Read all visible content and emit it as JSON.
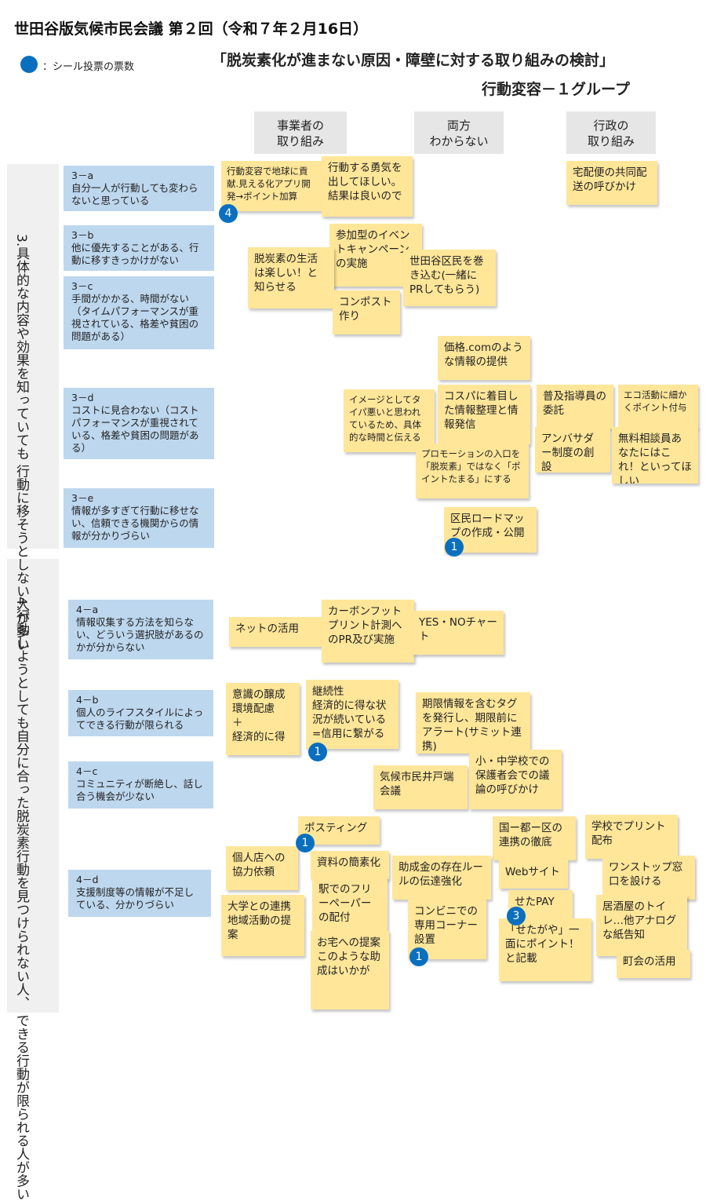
{
  "header": {
    "title": "世田谷版気候市民会議 第２回（令和７年２月16日）",
    "subtitle": "「脱炭素化が進まない原因・障壁に対する取り組みの検討」",
    "group": "行動変容－１グループ",
    "legend_text": "：シール投票の票数"
  },
  "columns": {
    "business": "事業者の\n取り組み",
    "both": "両方\nわからない",
    "government": "行政の\n取り組み"
  },
  "sections": {
    "s3": "3.具体的な内容や効果を知っていても\n行動に移そうとしない人が多い",
    "s4": "4.行動しようとしても自分に合った脱炭素行動を見つけられない人、\nできる行動が限られる人が多い"
  },
  "rows": {
    "r3a": "3－a\n自分一人が行動しても変わらないと思っている",
    "r3b": "3－b\n他に優先することがある、行動に移すきっかけがない",
    "r3c": "3－c\n手間がかかる、時間がない（タイムパフォーマンスが重視されている、格差や貧困の問題がある）",
    "r3d": "3－d\nコストに見合わない（コストパフォーマンスが重視されている、格差や貧困の問題がある）",
    "r3e": "3－e\n情報が多すぎて行動に移せない、信頼できる機関からの情報が分かりづらい",
    "r4a": "4－a\n情報収集する方法を知らない、どういう選択肢があるのかが分からない",
    "r4b": "4－b\n個人のライフスタイルによってできる行動が限られる",
    "r4c": "4－c\nコミュニティが断絶し、話し合う機会が少ない",
    "r4d": "4－d\n支援制度等の情報が不足している、分かりづらい"
  },
  "notes": {
    "n1": "行動変容で地球に貢献.見える化アプリ開発→ポイント加算",
    "n2": "行動する勇気を出してほしい。結果は良いので",
    "n3": "宅配便の共同配送の呼びかけ",
    "n4": "参加型のイベントキャンペーンの実施",
    "n5": "脱炭素の生活は楽しい！と知らせる",
    "n6": "世田谷区民を巻き込む(一緒にPRしてもらう)",
    "n7": "コンポスト作り",
    "n8": "価格.comのような情報の提供",
    "n9": "イメージとしてタイパ悪いと思われているため、具体的な時間と伝える",
    "n10": "コスパに着目した情報整理と情報発信",
    "n11": "普及指導員の委託",
    "n12": "エコ活動に細かくポイント付与",
    "n13": "アンバサダー制度の創設",
    "n14": "無料相談員あなたにはこれ！といってほしい",
    "n15": "プロモーションの入口を「脱炭素」ではなく「ポイントたまる」にする",
    "n16": "区民ロードマップの作成・公開",
    "n17": "ネットの活用",
    "n18": "カーボンフットプリント計測へのPR及び実施",
    "n19": "YES・NOチャート",
    "n20": "意識の醸成\n環境配慮\n＋\n経済的に得",
    "n21": "継続性\n経済的に得な状況が続いている\n=信用に繋がる",
    "n22": "期限情報を含むタグを発行し、期限前にアラート(サミット連携)",
    "n23": "気候市民井戸端会議",
    "n24": "小・中学校での保護者会での議論の呼びかけ",
    "n25": "ポスティング",
    "n26": "国ー都ー区の連携の徹底",
    "n27": "学校でプリント配布",
    "n28": "個人店への協力依頼",
    "n29": "資料の簡素化",
    "n30": "助成金の存在ルールの伝達強化",
    "n31": "Webサイト",
    "n32": "ワンストップ窓口を設ける",
    "n33": "大学との連携\n地域活動の提案",
    "n34": "駅でのフリーペーパーの配付",
    "n35": "コンビニでの専用コーナー設置",
    "n36": "せたPAY",
    "n37": "居酒屋のトイレ…他アナログな紙告知",
    "n38": "「せたがや」一面にポイント！と記載",
    "n39": "お宅への提案\nこのような助成はいかが",
    "n40": "町会の活用"
  },
  "votes": {
    "v1": "4",
    "v2": "1",
    "v3": "1",
    "v4": "1",
    "v5": "3",
    "v6": "1"
  },
  "colors": {
    "sticky_note": "#ffe699",
    "row_label": "#bdd7ee",
    "column_header": "#e6e6e6",
    "vote_dot": "#0b6fbf"
  }
}
